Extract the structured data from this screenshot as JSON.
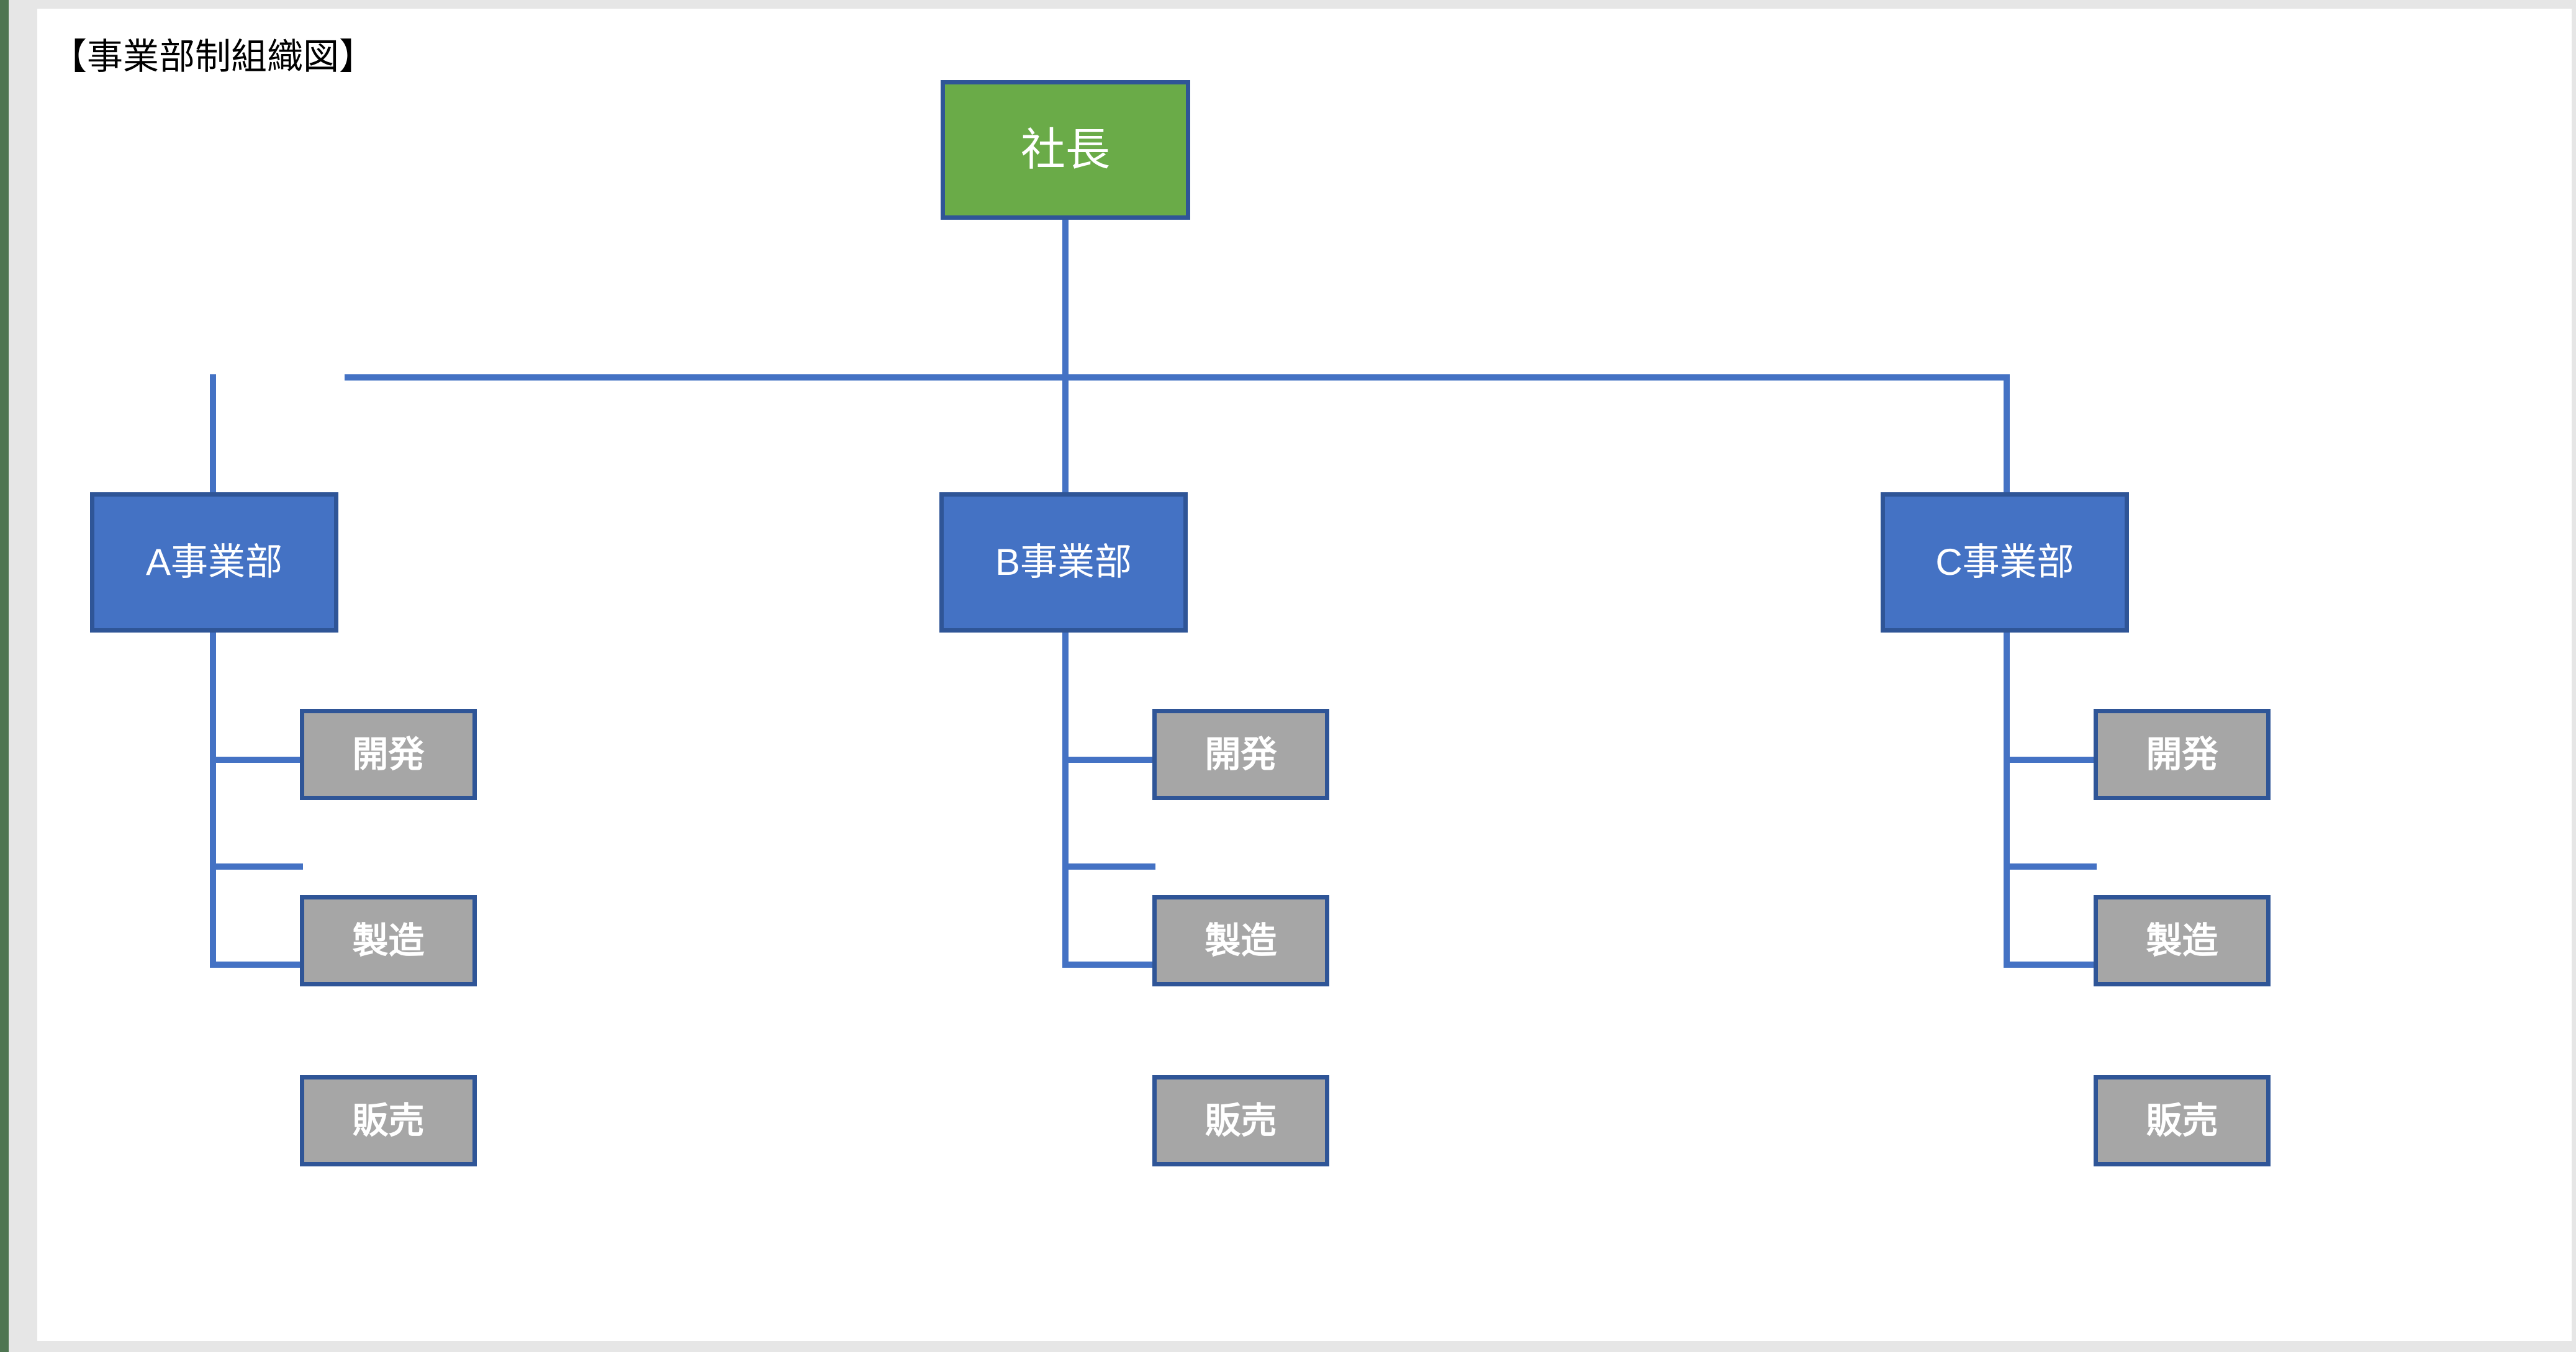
{
  "page": {
    "title": "【事業部制組織図】",
    "background_color": "#ffffff",
    "frame_color": "#e6e6e6",
    "rail_color": "#4e7551"
  },
  "colors": {
    "root_fill": "#6aab48",
    "division_fill": "#4472c4",
    "unit_fill": "#a6a6a6",
    "border": "#2f5597",
    "connector": "#4472c4",
    "node_text": "#ffffff",
    "title_text": "#000000"
  },
  "chart_data": {
    "type": "diagram",
    "diagram_kind": "organization-chart",
    "title": "【事業部制組織図】",
    "root": {
      "label": "社長",
      "fill": "#6aab48"
    },
    "divisions": [
      {
        "label": "A事業部",
        "fill": "#4472c4",
        "units": [
          {
            "label": "開発",
            "fill": "#a6a6a6"
          },
          {
            "label": "製造",
            "fill": "#a6a6a6"
          },
          {
            "label": "販売",
            "fill": "#a6a6a6"
          }
        ]
      },
      {
        "label": "B事業部",
        "fill": "#4472c4",
        "units": [
          {
            "label": "開発",
            "fill": "#a6a6a6"
          },
          {
            "label": "製造",
            "fill": "#a6a6a6"
          },
          {
            "label": "販売",
            "fill": "#a6a6a6"
          }
        ]
      },
      {
        "label": "C事業部",
        "fill": "#4472c4",
        "units": [
          {
            "label": "開発",
            "fill": "#a6a6a6"
          },
          {
            "label": "製造",
            "fill": "#a6a6a6"
          },
          {
            "label": "販売",
            "fill": "#a6a6a6"
          }
        ]
      }
    ],
    "edges": [
      {
        "from": "社長",
        "to": "A事業部"
      },
      {
        "from": "社長",
        "to": "B事業部"
      },
      {
        "from": "社長",
        "to": "C事業部"
      },
      {
        "from": "A事業部",
        "to": "開発"
      },
      {
        "from": "A事業部",
        "to": "製造"
      },
      {
        "from": "A事業部",
        "to": "販売"
      },
      {
        "from": "B事業部",
        "to": "開発"
      },
      {
        "from": "B事業部",
        "to": "製造"
      },
      {
        "from": "B事業部",
        "to": "販売"
      },
      {
        "from": "C事業部",
        "to": "開発"
      },
      {
        "from": "C事業部",
        "to": "製造"
      },
      {
        "from": "C事業部",
        "to": "販売"
      }
    ]
  }
}
